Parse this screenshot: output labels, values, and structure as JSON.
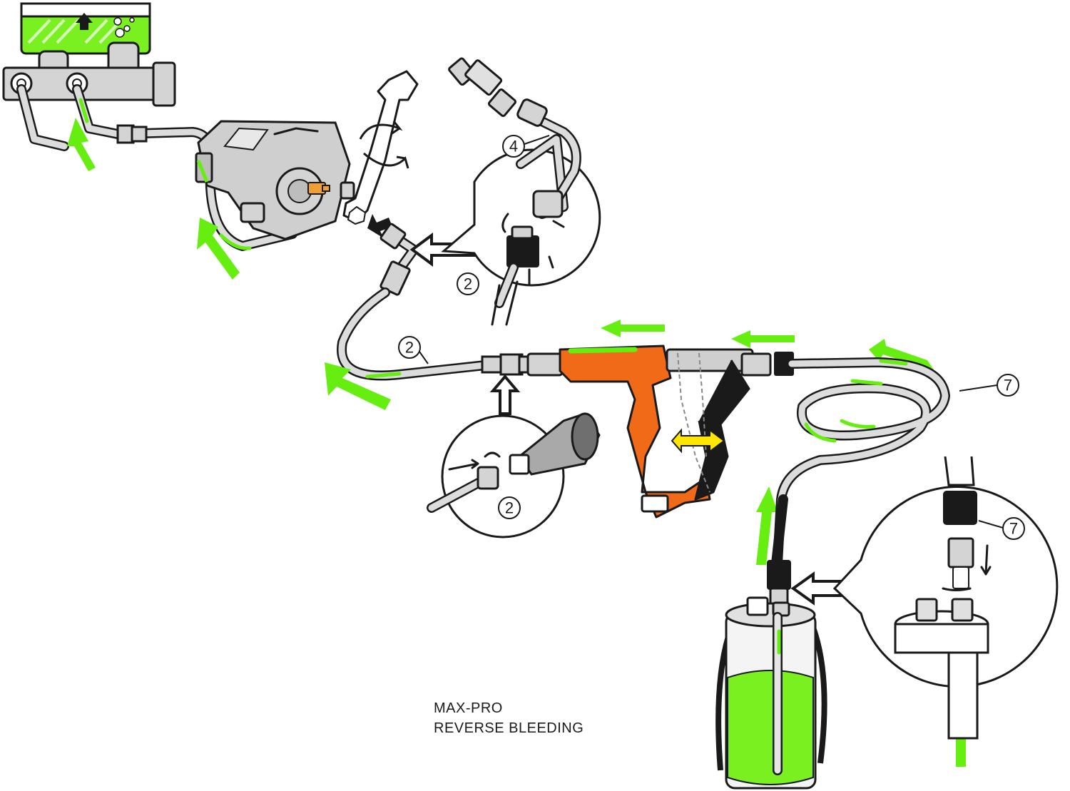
{
  "caption": {
    "line1": "MAX-PRO",
    "line2": "REVERSE BLEEDING"
  },
  "labels": {
    "hose_2_upper": "2",
    "hose_2_main": "2",
    "hose_2_detail": "2",
    "bleeder_hose_4": "4",
    "suction_hose_7": "7",
    "suction_hose_7_detail": "7"
  },
  "colors": {
    "fluid": "#66ee11",
    "gun_body": "#f06a18",
    "flex_arrow": "#ffe600",
    "outline": "#1a1a1a",
    "metal": "#d4d4d4"
  }
}
